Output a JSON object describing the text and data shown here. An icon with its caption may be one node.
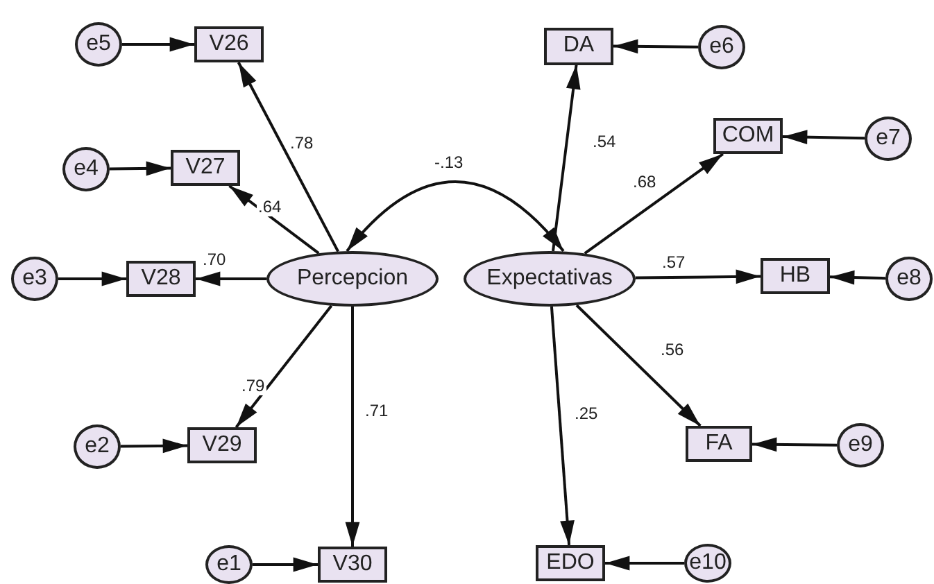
{
  "diagram": {
    "nodes": [
      {
        "text": [
          "e5"
        ]
      },
      {
        "text": [
          "V26"
        ]
      },
      {
        "text": [
          "DA"
        ]
      },
      {
        "text": [
          "e6"
        ]
      },
      {
        "text": [
          "e4"
        ]
      },
      {
        "text": [
          "V27"
        ]
      },
      {
        "text": [
          "COM"
        ]
      },
      {
        "text": [
          "e7"
        ]
      },
      {
        "text": [
          "e3"
        ]
      },
      {
        "text": [
          "V28"
        ]
      },
      {
        "text": [
          "Percepcion"
        ]
      },
      {
        "text": [
          "Expectativas"
        ]
      },
      {
        "text": [
          "HB"
        ]
      },
      {
        "text": [
          "e8"
        ]
      },
      {
        "text": [
          "e2"
        ]
      },
      {
        "text": [
          "V29"
        ]
      },
      {
        "text": [
          "FA"
        ]
      },
      {
        "text": [
          "e9"
        ]
      },
      {
        "text": [
          "e1"
        ]
      },
      {
        "text": [
          "V30"
        ]
      },
      {
        "text": [
          "EDO"
        ]
      },
      {
        "text": [
          "e10"
        ]
      }
    ],
    "edges": [
      {
        "from": 0,
        "to": 1,
        "arrow": "to"
      },
      {
        "from": 4,
        "to": 5,
        "arrow": "to"
      },
      {
        "from": 8,
        "to": 9,
        "arrow": "to"
      },
      {
        "from": 14,
        "to": 15,
        "arrow": "to"
      },
      {
        "from": 18,
        "to": 19,
        "arrow": "to"
      },
      {
        "from": 3,
        "to": 2,
        "arrow": "to"
      },
      {
        "from": 7,
        "to": 6,
        "arrow": "to"
      },
      {
        "from": 13,
        "to": 12,
        "arrow": "to"
      },
      {
        "from": 17,
        "to": 16,
        "arrow": "to"
      },
      {
        "from": 21,
        "to": 20,
        "arrow": "to"
      },
      {
        "from": 10,
        "to": 1,
        "label": ".78",
        "arrow": "to"
      },
      {
        "from": 10,
        "to": 5,
        "label": ".64",
        "arrow": "to"
      },
      {
        "from": 10,
        "to": 9,
        "label": ".70",
        "arrow": "to"
      },
      {
        "from": 10,
        "to": 15,
        "label": ".79",
        "arrow": "to"
      },
      {
        "from": 10,
        "to": 19,
        "label": ".71",
        "arrow": "to"
      },
      {
        "from": 11,
        "to": 2,
        "label": ".54",
        "arrow": "to"
      },
      {
        "from": 11,
        "to": 6,
        "label": ".68",
        "arrow": "to"
      },
      {
        "from": 11,
        "to": 12,
        "label": ".57",
        "arrow": "to"
      },
      {
        "from": 11,
        "to": 16,
        "label": ".56",
        "arrow": "to"
      },
      {
        "from": 11,
        "to": 20,
        "label": ".25",
        "arrow": "to"
      },
      {
        "from": 10,
        "to": 11,
        "label": "-.13",
        "arrow": "both"
      }
    ]
  }
}
